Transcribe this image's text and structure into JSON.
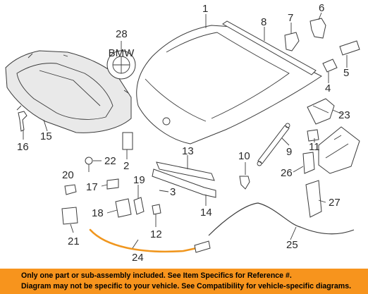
{
  "labels": {
    "p1": "1",
    "p2": "2",
    "p3": "3",
    "p4": "4",
    "p5": "5",
    "p6": "6",
    "p7": "7",
    "p8": "8",
    "p9": "9",
    "p10": "10",
    "p11": "11",
    "p12": "12",
    "p13": "13",
    "p14": "14",
    "p15": "15",
    "p16": "16",
    "p17": "17",
    "p18": "18",
    "p19": "19",
    "p20": "20",
    "p21": "21",
    "p22": "22",
    "p23": "23",
    "p24": "24",
    "p25": "25",
    "p26": "26",
    "p27": "27",
    "p28": "28"
  },
  "emblem": {
    "text": "BMW"
  },
  "disclaimer": {
    "line1": "Only one part or sub-assembly included. See Item Specifics for Reference #.",
    "line2": "Diagram may not be specific to your vehicle. See Compatibility for vehicle-specific diagrams."
  },
  "colors": {
    "banner": "#f7941d",
    "cable_highlight": "#f0961e",
    "line": "#3a3a3a"
  }
}
